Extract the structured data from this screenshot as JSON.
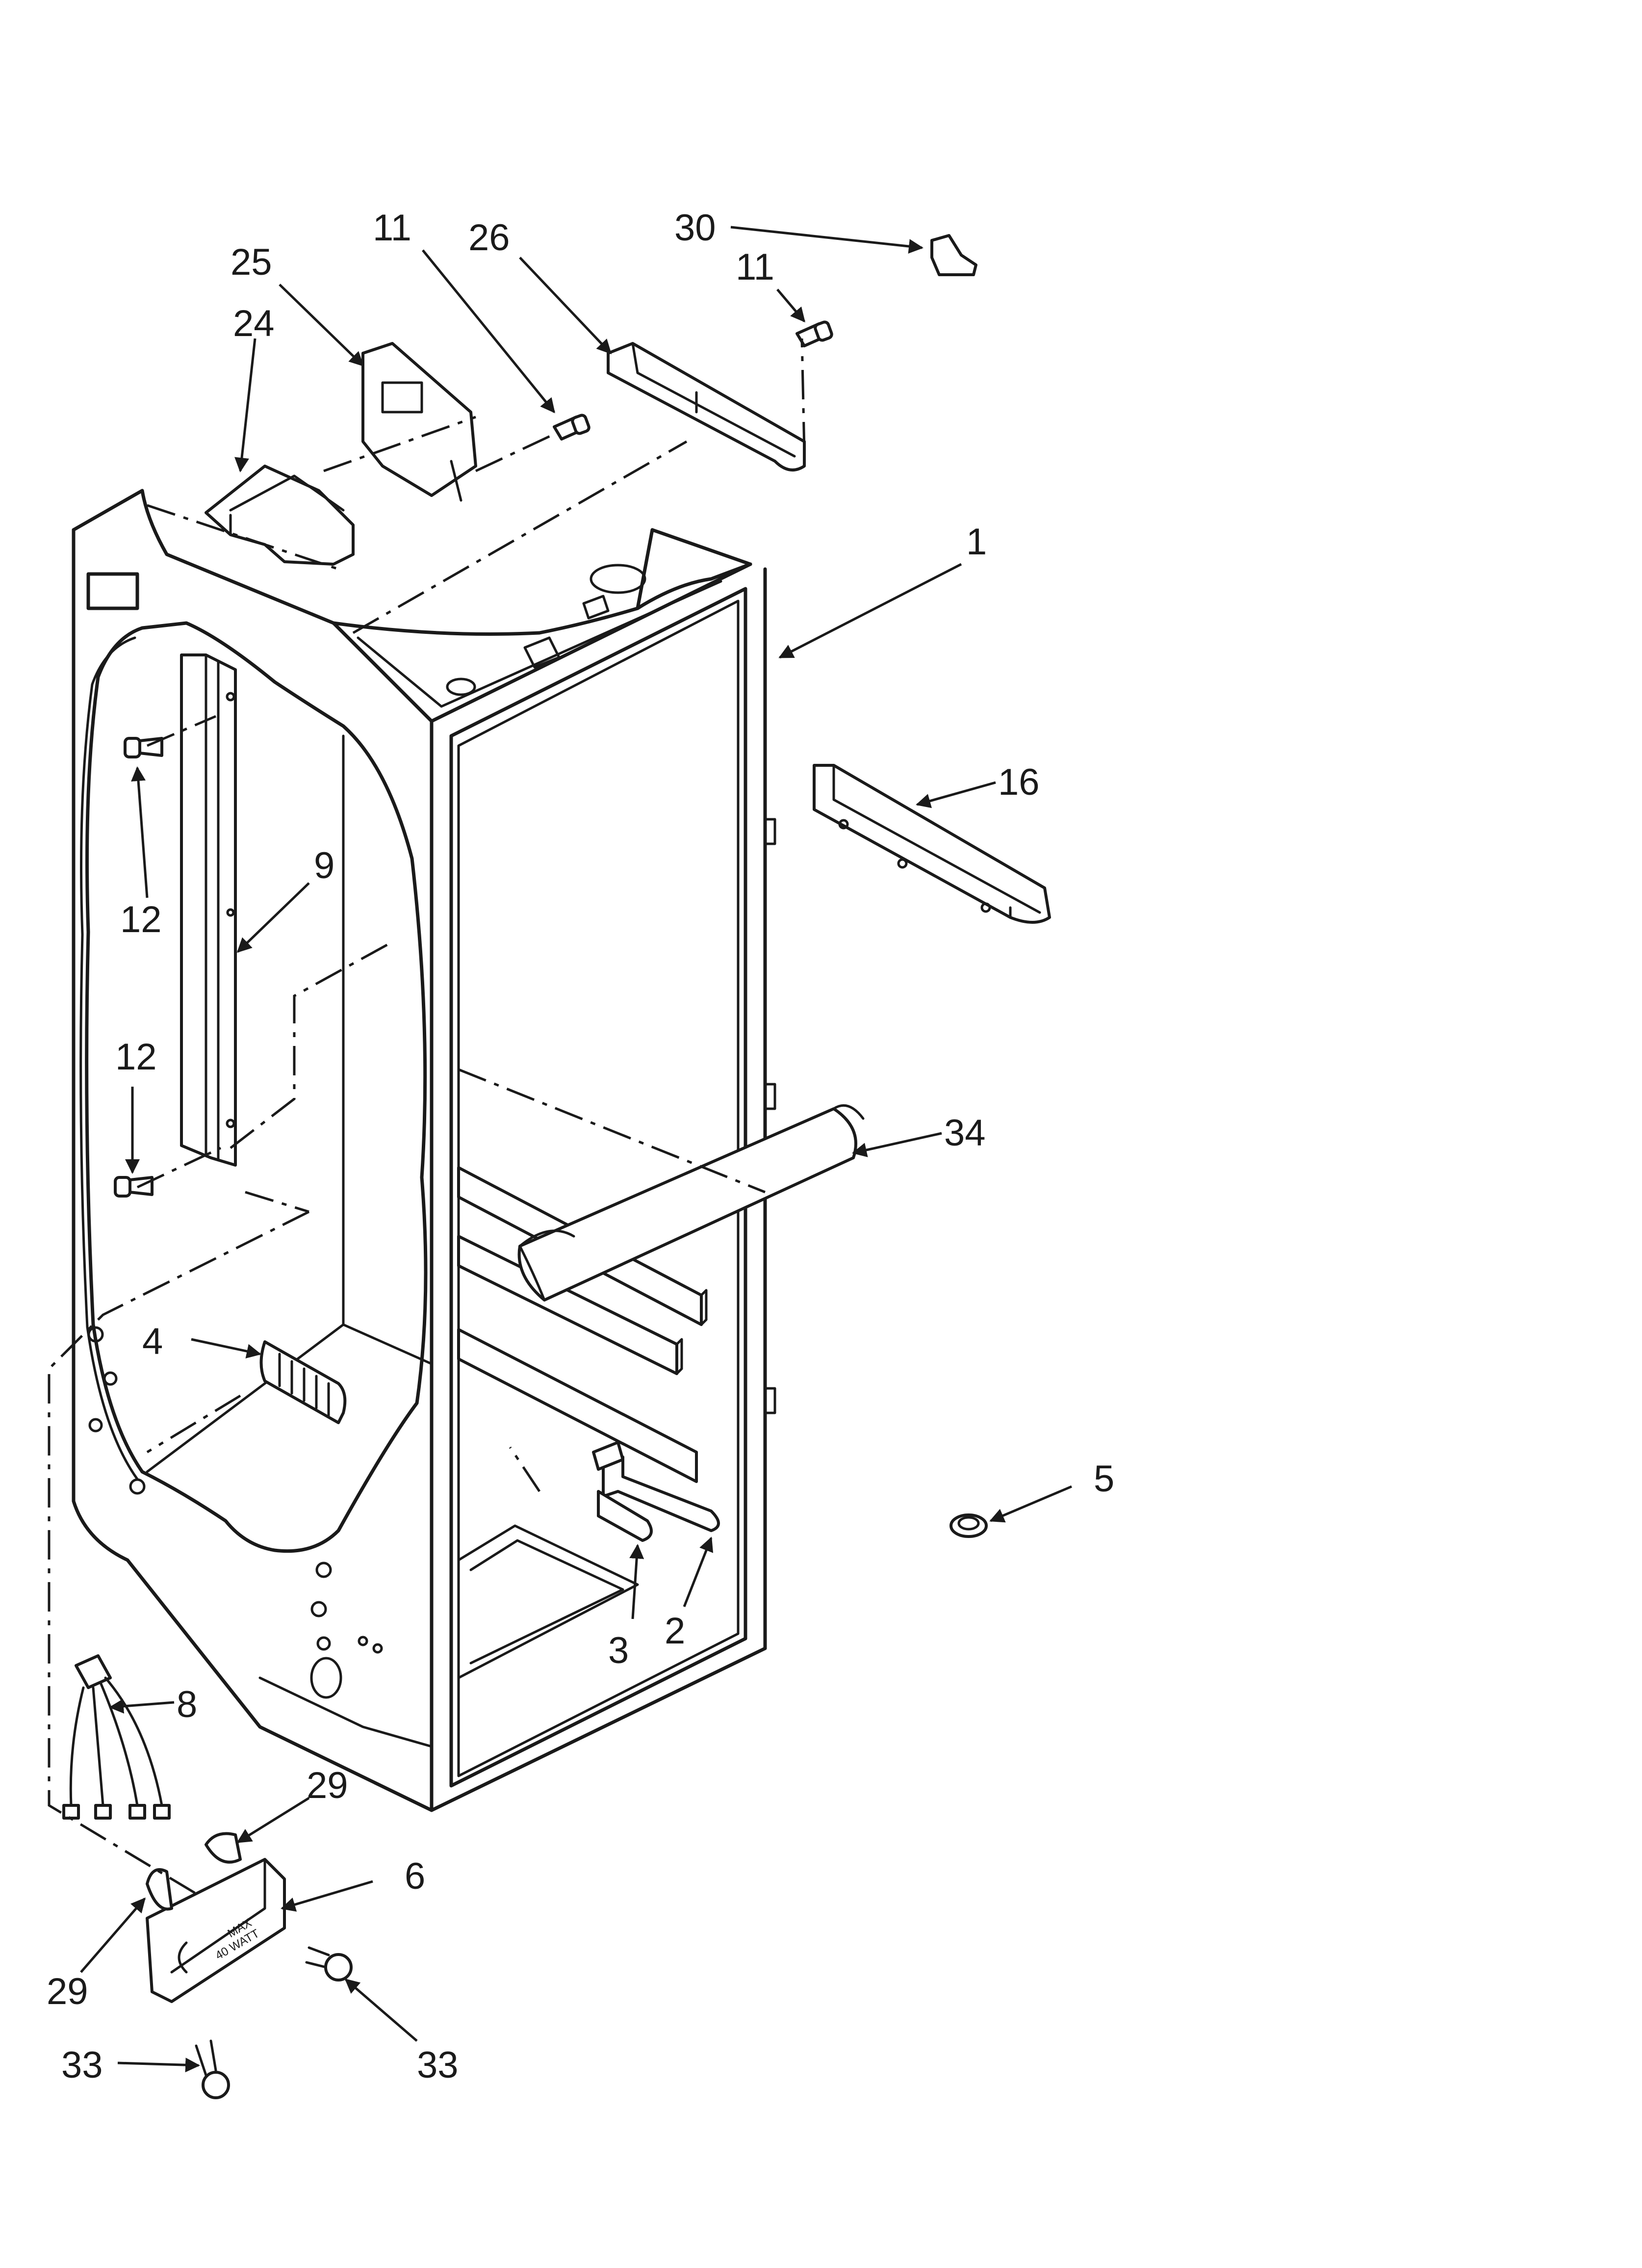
{
  "callouts": {
    "c30": "30",
    "c11a": "11",
    "c26": "26",
    "c11b": "11",
    "c25": "25",
    "c24": "24",
    "c1": "1",
    "c16": "16",
    "c9": "9",
    "c12a": "12",
    "c12b": "12",
    "c34": "34",
    "c4": "4",
    "c5": "5",
    "c3": "3",
    "c2": "2",
    "c8": "8",
    "c29a": "29",
    "c6": "6",
    "c29b": "29",
    "c33a": "33",
    "c33b": "33"
  },
  "part_labels": {
    "max": "MAX",
    "watt": "40 WATT"
  }
}
